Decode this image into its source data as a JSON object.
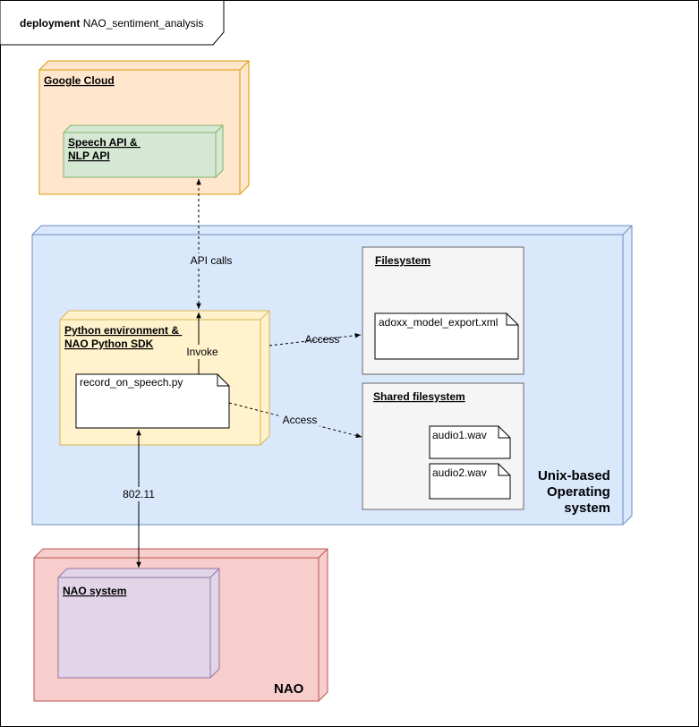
{
  "frame": {
    "keyword": "deployment",
    "name": "NAO_sentiment_analysis"
  },
  "nodes": {
    "google_cloud": {
      "label": "Google Cloud"
    },
    "speech_api": {
      "line1": "Speech API &",
      "line2": "NLP API"
    },
    "unix_os": {
      "line1": "Unix-based",
      "line2": "Operating",
      "line3": "system"
    },
    "filesystem": {
      "label": "Filesystem"
    },
    "shared_filesystem": {
      "label": "Shared filesystem"
    },
    "python_env": {
      "line1": "Python environment &",
      "line2": "NAO Python SDK"
    },
    "nao": {
      "label": "NAO"
    },
    "nao_system": {
      "label": "NAO system "
    }
  },
  "artifacts": {
    "record_script": "record_on_speech.py",
    "model_export": "adoxx_model_export.xml",
    "audio1": "audio1.wav",
    "audio2": "audio2.wav"
  },
  "edges": {
    "api_calls": "API calls",
    "invoke": "Invoke",
    "access_filesystem": "Access",
    "access_shared": "Access",
    "wifi": "802.11"
  },
  "colors": {
    "google_cloud_fill": "#ffe6cc",
    "google_cloud_stroke": "#d79b00",
    "speech_fill": "#d5e8d4",
    "speech_stroke": "#82b366",
    "unix_fill": "#dae8fc",
    "unix_stroke": "#6c8ebf",
    "fs_fill": "#f5f5f5",
    "fs_stroke": "#666666",
    "python_fill": "#fff2cc",
    "python_stroke": "#d6b656",
    "nao_fill": "#f8cecc",
    "nao_stroke": "#b85450",
    "nao_system_fill": "#e1d5e7",
    "nao_system_stroke": "#9673a6"
  }
}
